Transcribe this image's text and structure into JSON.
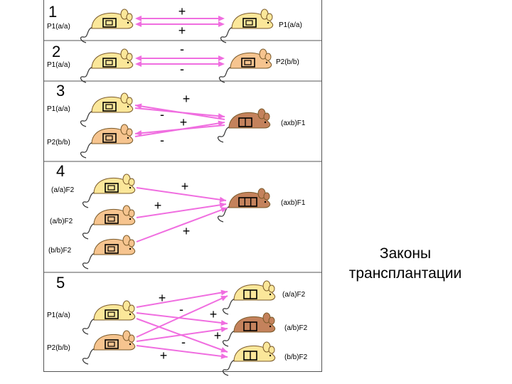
{
  "caption": {
    "line1": "Законы",
    "line2": "трансплантации"
  },
  "colors": {
    "arrow": "#f06ee0",
    "mouse_yellow": "#fbe79a",
    "mouse_tan": "#f6c48f",
    "mouse_brown": "#c4825c",
    "mouse_stroke": "#7a5a2a",
    "divider": "#555555"
  },
  "panels": [
    {
      "number": "1",
      "mice": [
        {
          "label": "P1(a/a)",
          "color": "mouse_yellow",
          "windows": 1
        },
        {
          "label": "P1(a/a)",
          "color": "mouse_yellow",
          "windows": 1
        }
      ],
      "signs": [
        "+",
        "+"
      ]
    },
    {
      "number": "2",
      "mice": [
        {
          "label": "P1(a/a)",
          "color": "mouse_yellow",
          "windows": 1
        },
        {
          "label": "P2(b/b)",
          "color": "mouse_tan",
          "windows": 1
        }
      ],
      "signs": [
        "-",
        "-"
      ]
    },
    {
      "number": "3",
      "mice": [
        {
          "label": "P1(a/a)",
          "color": "mouse_yellow",
          "windows": 1
        },
        {
          "label": "P2(b/b)",
          "color": "mouse_tan",
          "windows": 1
        },
        {
          "label": "(axb)F1",
          "color": "mouse_brown",
          "windows": 2
        }
      ],
      "signs": [
        "+",
        "-",
        "+",
        "-"
      ]
    },
    {
      "number": "4",
      "mice": [
        {
          "label": "(a/a)F2",
          "color": "mouse_yellow",
          "windows": 1
        },
        {
          "label": "(a/b)F2",
          "color": "mouse_tan",
          "windows": 1
        },
        {
          "label": "(b/b)F2",
          "color": "mouse_tan",
          "windows": 1
        },
        {
          "label": "(axb)F1",
          "color": "mouse_brown",
          "windows": 3
        }
      ],
      "signs": [
        "+",
        "+",
        "+"
      ]
    },
    {
      "number": "5",
      "mice": [
        {
          "label": "P1(a/a)",
          "color": "mouse_yellow",
          "windows": 1
        },
        {
          "label": "P2(b/b)",
          "color": "mouse_tan",
          "windows": 1
        },
        {
          "label": "(a/a)F2",
          "color": "mouse_yellow",
          "windows": 2
        },
        {
          "label": "(a/b)F2",
          "color": "mouse_brown",
          "windows": 2
        },
        {
          "label": "(b/b)F2",
          "color": "mouse_yellow",
          "windows": 2
        }
      ],
      "signs": [
        "+",
        "-",
        "+",
        "-",
        "+",
        "+"
      ]
    }
  ]
}
